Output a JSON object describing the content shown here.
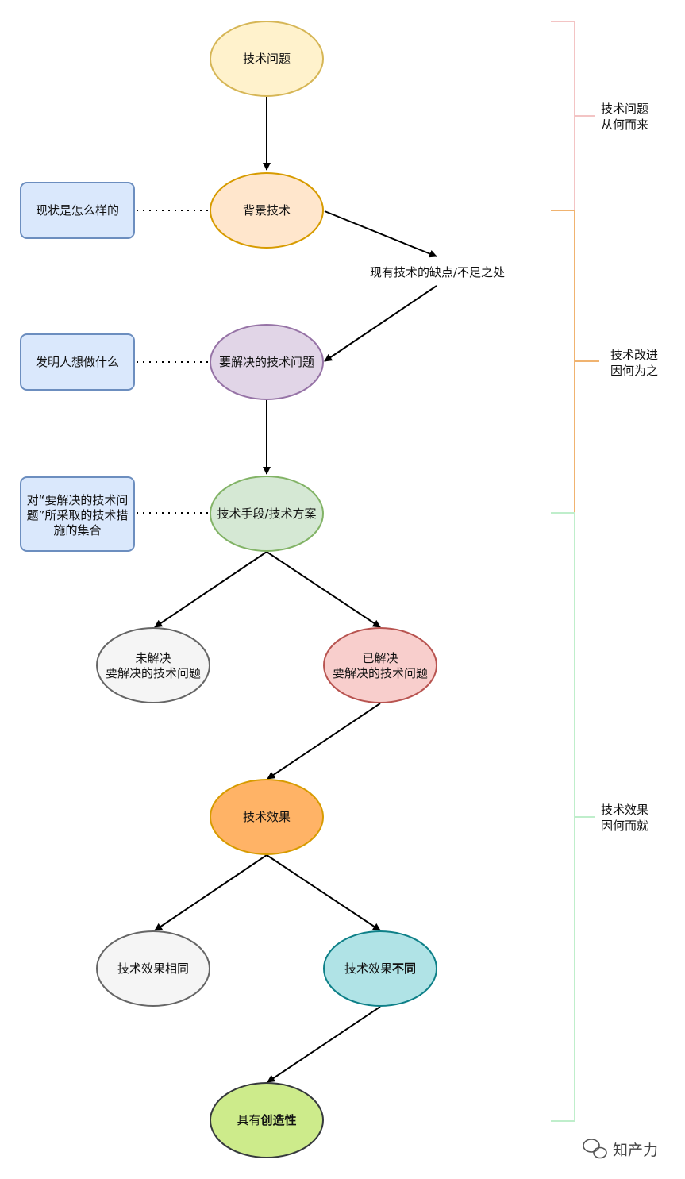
{
  "diagram": {
    "nodes": {
      "tech_problem": {
        "label": "技术问题"
      },
      "background_tech": {
        "label": "背景技术"
      },
      "problem_to_solve": {
        "label": "要解决的技术问题"
      },
      "tech_means": {
        "label": "技术手段/技术方案"
      },
      "unsolved": {
        "line1": "未解决",
        "line2": "要解决的技术问题"
      },
      "solved": {
        "line1": "已解决",
        "line2": "要解决的技术问题"
      },
      "tech_effect": {
        "label": "技术效果"
      },
      "effect_same": {
        "label": "技术效果相同"
      },
      "effect_diff": {
        "prefix": "技术效果",
        "emph": "不同"
      },
      "creative": {
        "prefix": "具有",
        "emph": "创造性"
      }
    },
    "side_notes": {
      "current_state": {
        "label": "现状是怎么样的"
      },
      "inventor_does": {
        "label": "发明人想做什么"
      },
      "measures": {
        "line1": "对“要解决的技术问",
        "line2": "题”所采取的技术措",
        "line3": "施的集合"
      }
    },
    "mid_label": "现有技术的缺点/不足之处",
    "brackets": {
      "b1": {
        "line1": "技术问题",
        "line2": "从何而来"
      },
      "b2": {
        "line1": "技术改进",
        "line2": "因何为之"
      },
      "b3": {
        "line1": "技术效果",
        "line2": "因何而就"
      }
    },
    "colors": {
      "yellow_fill": "#fff2cc",
      "yellow_stroke": "#d6b656",
      "orange_light_fill": "#ffe6cc",
      "orange_light_stroke": "#d79b00",
      "purple_fill": "#e1d5e7",
      "purple_stroke": "#9673a6",
      "green_fill": "#d5e8d4",
      "green_stroke": "#82b366",
      "grey_fill": "#f5f5f5",
      "grey_stroke": "#666666",
      "red_fill": "#f8cecc",
      "red_stroke": "#b85450",
      "orange_fill": "#ffb366",
      "orange_stroke": "#d79b00",
      "teal_fill": "#b0e3e6",
      "teal_stroke": "#0e8088",
      "lime_fill": "#cdeb8b",
      "lime_stroke": "#36393d",
      "blue_fill": "#dae8fc",
      "blue_stroke": "#6c8ebf",
      "bracket1": "#f3c4c4",
      "bracket2": "#f0b370",
      "bracket3": "#bfeecb"
    }
  },
  "watermark": {
    "text": "知产力",
    "icon": "wechat-icon"
  }
}
